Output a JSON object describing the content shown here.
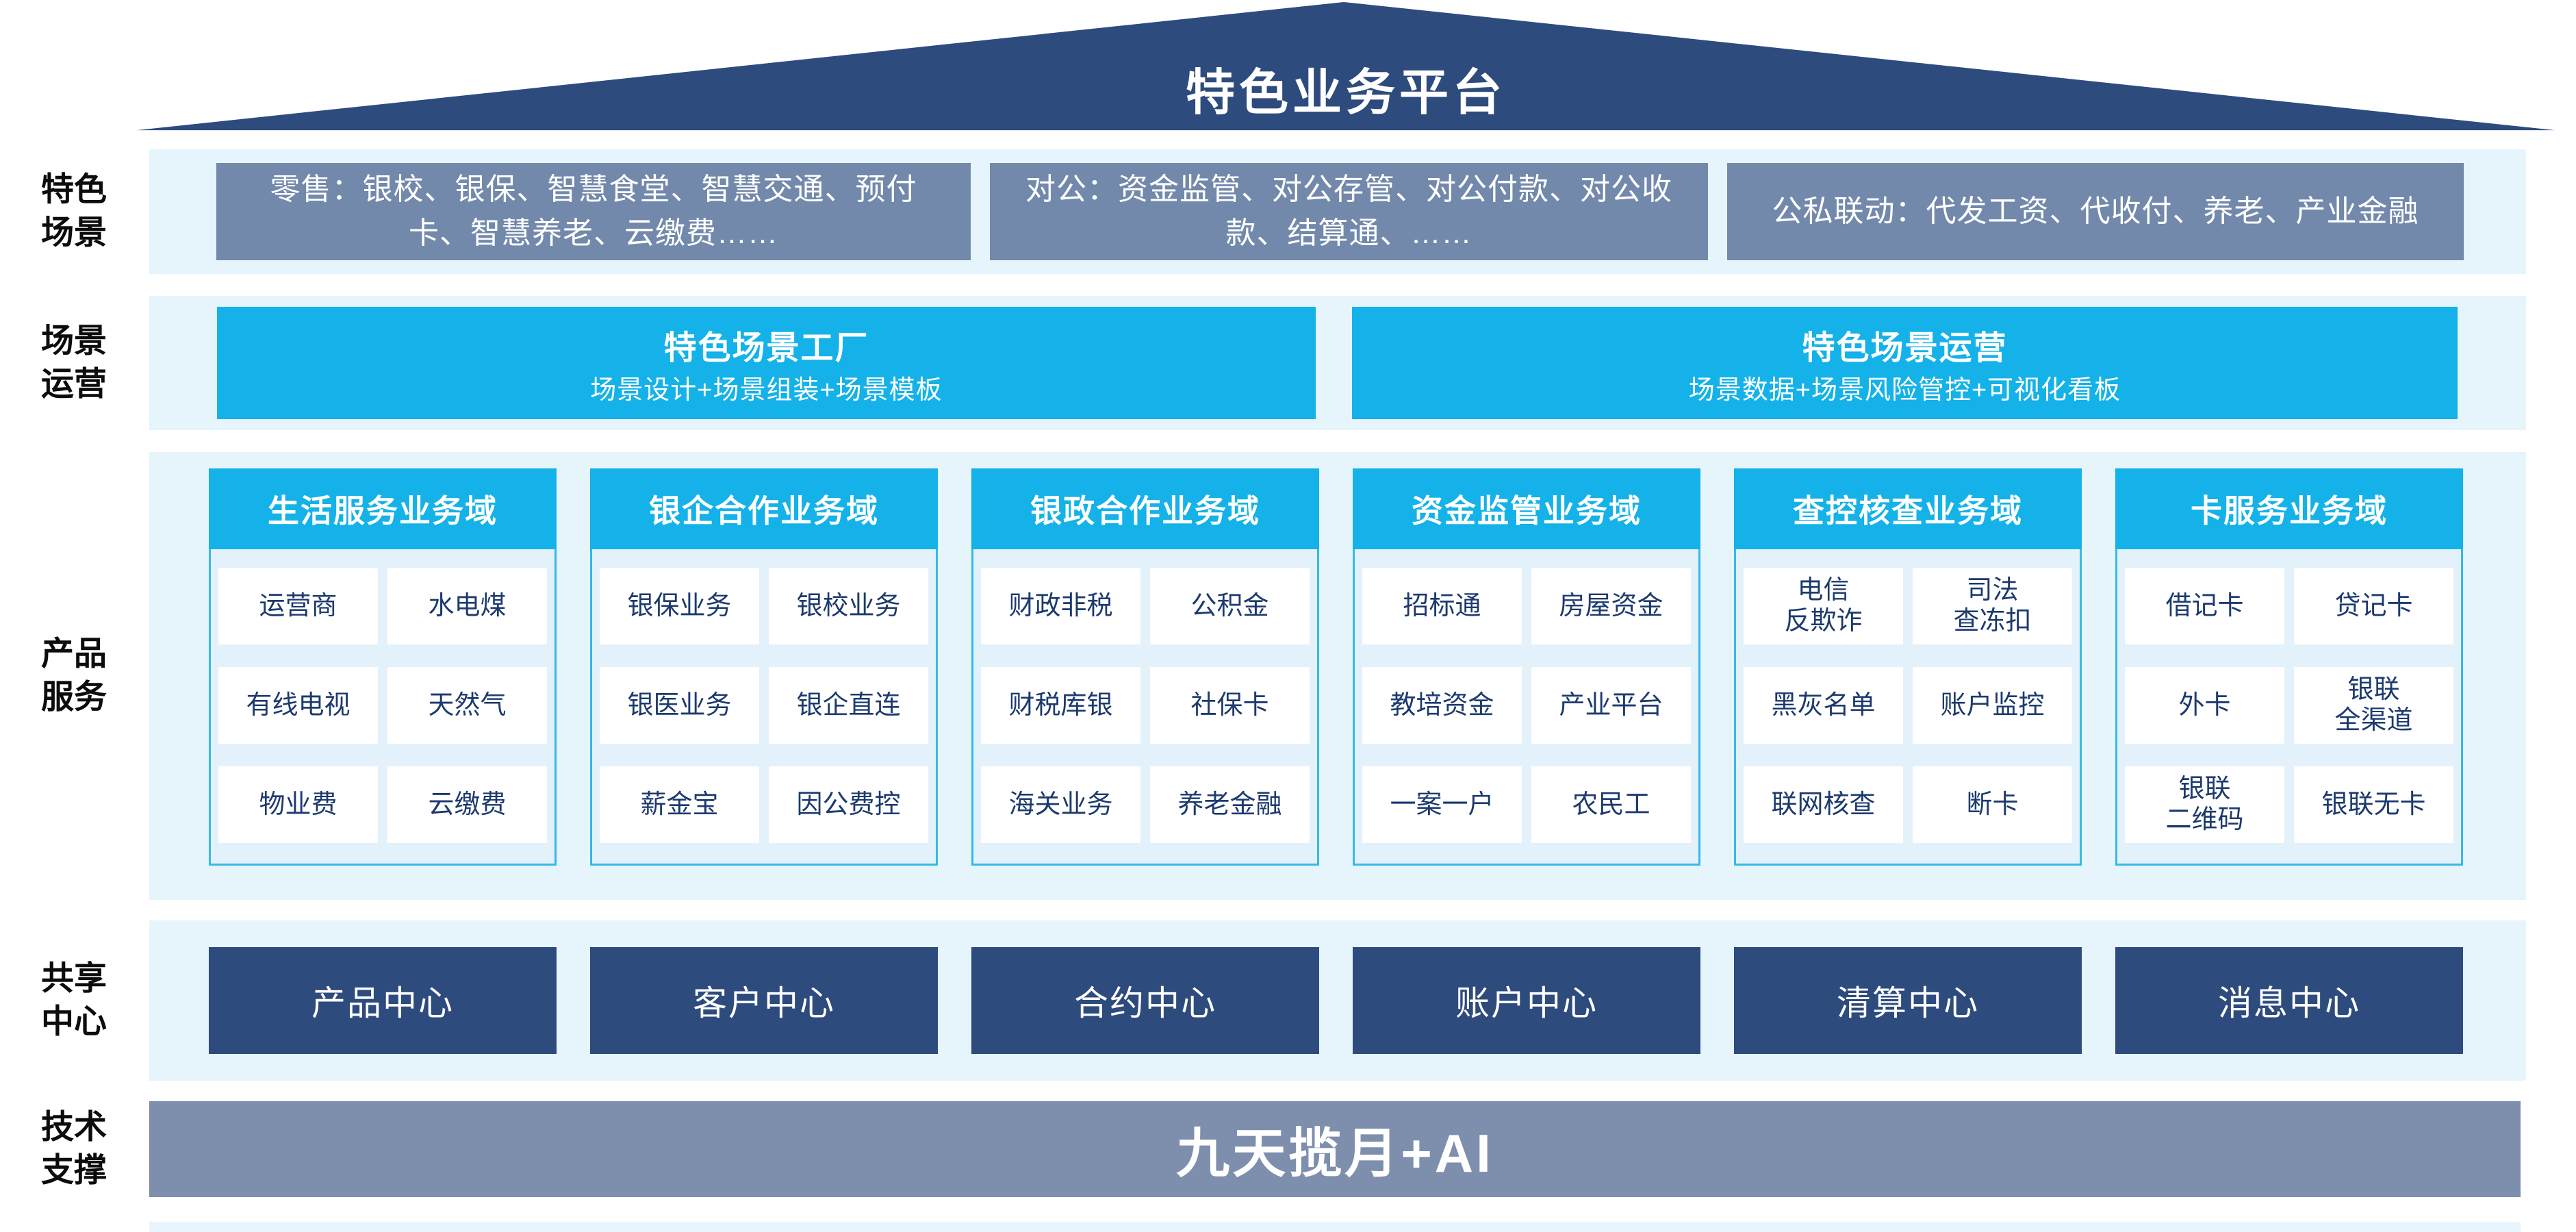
{
  "title": "特色业务平台",
  "rows": {
    "scenarios": {
      "label": "特色\n场景",
      "boxes": [
        "零售：银校、银保、智慧食堂、智慧交通、预付\n卡、智慧养老、云缴费……",
        "对公：资金监管、对公存管、对公付款、对公收\n款、结算通、……",
        "公私联动：代发工资、代收付、养老、产业金融"
      ]
    },
    "operations": {
      "label": "场景\n运营",
      "boxes": [
        {
          "title": "特色场景工厂",
          "subtitle": "场景设计+场景组装+场景模板"
        },
        {
          "title": "特色场景运营",
          "subtitle": "场景数据+场景风险管控+可视化看板"
        }
      ]
    },
    "products": {
      "label": "产品\n服务",
      "columns": [
        {
          "header": "生活服务业务域",
          "items": [
            "运营商",
            "水电煤",
            "有线电视",
            "天然气",
            "物业费",
            "云缴费"
          ]
        },
        {
          "header": "银企合作业务域",
          "items": [
            "银保业务",
            "银校业务",
            "银医业务",
            "银企直连",
            "薪金宝",
            "因公费控"
          ]
        },
        {
          "header": "银政合作业务域",
          "items": [
            "财政非税",
            "公积金",
            "财税库银",
            "社保卡",
            "海关业务",
            "养老金融"
          ]
        },
        {
          "header": "资金监管业务域",
          "items": [
            "招标通",
            "房屋资金",
            "教培资金",
            "产业平台",
            "一案一户",
            "农民工"
          ]
        },
        {
          "header": "查控核查业务域",
          "items": [
            "电信\n反欺诈",
            "司法\n查冻扣",
            "黑灰名单",
            "账户监控",
            "联网核查",
            "断卡"
          ]
        },
        {
          "header": "卡服务业务域",
          "items": [
            "借记卡",
            "贷记卡",
            "外卡",
            "银联\n全渠道",
            "银联\n二维码",
            "银联无卡"
          ]
        }
      ]
    },
    "centers": {
      "label": "共享\n中心",
      "boxes": [
        "产品中心",
        "客户中心",
        "合约中心",
        "账户中心",
        "清算中心",
        "消息中心"
      ]
    },
    "tech": {
      "label": "技术\n支撑",
      "text": "九天揽月+AI"
    }
  },
  "colors": {
    "roof_navy": "#2e4b7d",
    "bright_cyan": "#14b2e8",
    "band_light_cyan": "#e6f4fc",
    "scenario_gray_blue": "#7289ab",
    "column_body_light": "#e3f1fa",
    "column_border_cyan": "#36b9e9",
    "item_text_navy": "#1c3a6e",
    "shared_center_navy": "#2e4b7d",
    "tech_slate": "#7e8ead",
    "text_white": "#ffffff"
  }
}
